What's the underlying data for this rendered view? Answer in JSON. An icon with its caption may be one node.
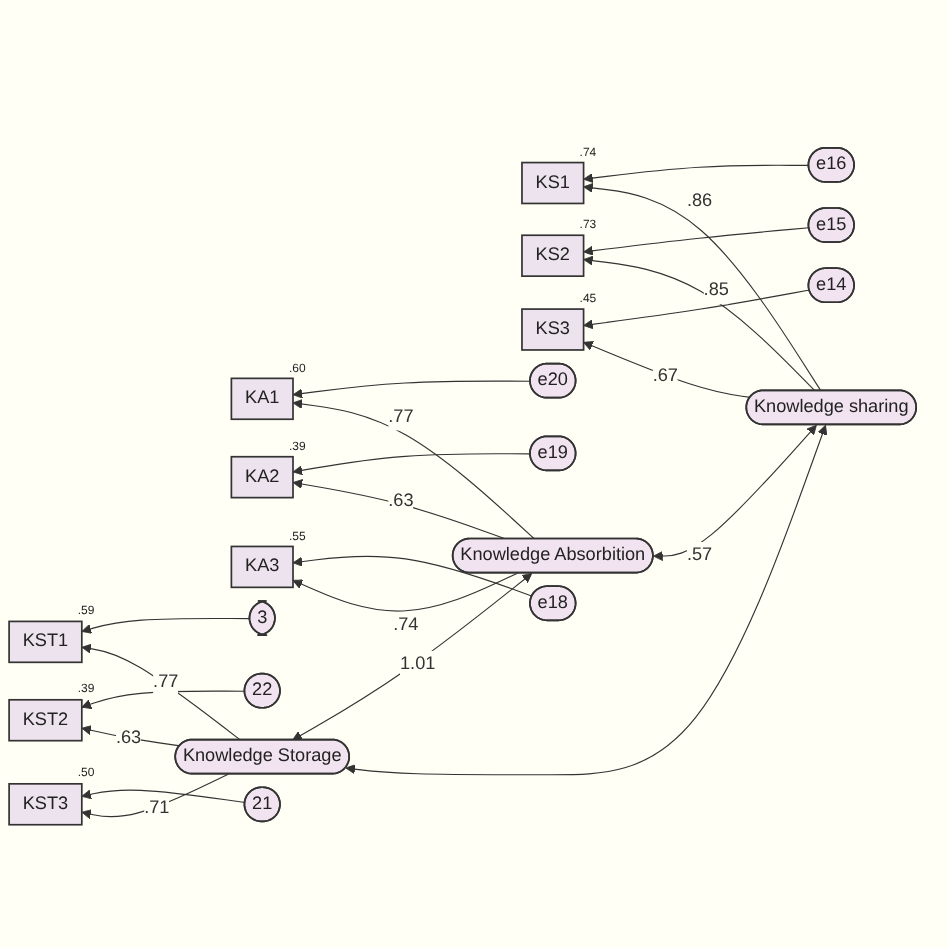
{
  "diagram": {
    "nodes": [
      {
        "text": [
          "e16"
        ]
      },
      {
        "text": [
          "KS1"
        ],
        "beside": [
          ".74"
        ]
      },
      {
        "text": [
          "e15"
        ]
      },
      {
        "text": [
          "KS2"
        ],
        "beside": [
          ".73"
        ]
      },
      {
        "text": [
          "e14"
        ]
      },
      {
        "text": [
          "KS3"
        ],
        "beside": [
          ".45"
        ]
      },
      {
        "text": [
          "Knowledge sharing"
        ]
      },
      {
        "text": [
          "e20"
        ]
      },
      {
        "text": [
          "KA1"
        ],
        "beside": [
          ".60"
        ]
      },
      {
        "text": [
          "e19"
        ]
      },
      {
        "text": [
          "KA2"
        ],
        "beside": [
          ".39"
        ]
      },
      {
        "text": [
          "e18"
        ]
      },
      {
        "text": [
          "KA3"
        ],
        "beside": [
          ".55"
        ]
      },
      {
        "text": [
          "Knowledge Absorbition"
        ]
      },
      {
        "text": [
          "3"
        ]
      },
      {
        "text": [
          "KST1"
        ],
        "beside": [
          ".59"
        ]
      },
      {
        "text": [
          "22"
        ]
      },
      {
        "text": [
          "KST2"
        ],
        "beside": [
          ".39"
        ]
      },
      {
        "text": [
          "21"
        ]
      },
      {
        "text": [
          "KST3"
        ],
        "beside": [
          ".50"
        ]
      },
      {
        "text": [
          "Knowledge Storage"
        ]
      }
    ],
    "edges": [
      {
        "from": 0,
        "to": 1,
        "arrow": "to"
      },
      {
        "from": 2,
        "to": 3,
        "arrow": "to"
      },
      {
        "from": 4,
        "to": 5,
        "arrow": "to"
      },
      {
        "from": 6,
        "to": 1,
        "arrow": "to",
        "label": ".86"
      },
      {
        "from": 6,
        "to": 3,
        "arrow": "to",
        "label": ".85"
      },
      {
        "from": 6,
        "to": 5,
        "arrow": "to",
        "label": ".67"
      },
      {
        "from": 7,
        "to": 8,
        "arrow": "to"
      },
      {
        "from": 9,
        "to": 10,
        "arrow": "to"
      },
      {
        "from": 11,
        "to": 12,
        "arrow": "to"
      },
      {
        "from": 13,
        "to": 8,
        "arrow": "to",
        "label": ".77"
      },
      {
        "from": 13,
        "to": 10,
        "arrow": "to",
        "label": ".63"
      },
      {
        "from": 13,
        "to": 12,
        "arrow": "to",
        "label": ".74"
      },
      {
        "from": 14,
        "to": 15,
        "arrow": "to"
      },
      {
        "from": 16,
        "to": 17,
        "arrow": "to"
      },
      {
        "from": 18,
        "to": 19,
        "arrow": "to"
      },
      {
        "from": 20,
        "to": 15,
        "arrow": "to",
        "label": ".77"
      },
      {
        "from": 20,
        "to": 17,
        "arrow": "to",
        "label": ".63"
      },
      {
        "from": 20,
        "to": 19,
        "arrow": "to",
        "label": ".71"
      },
      {
        "from": 6,
        "to": 13,
        "arrow": "both",
        "label": ".57"
      },
      {
        "from": 13,
        "to": 20,
        "arrow": "both",
        "label": "1.01"
      },
      {
        "from": 6,
        "to": 20,
        "arrow": "both"
      }
    ]
  }
}
